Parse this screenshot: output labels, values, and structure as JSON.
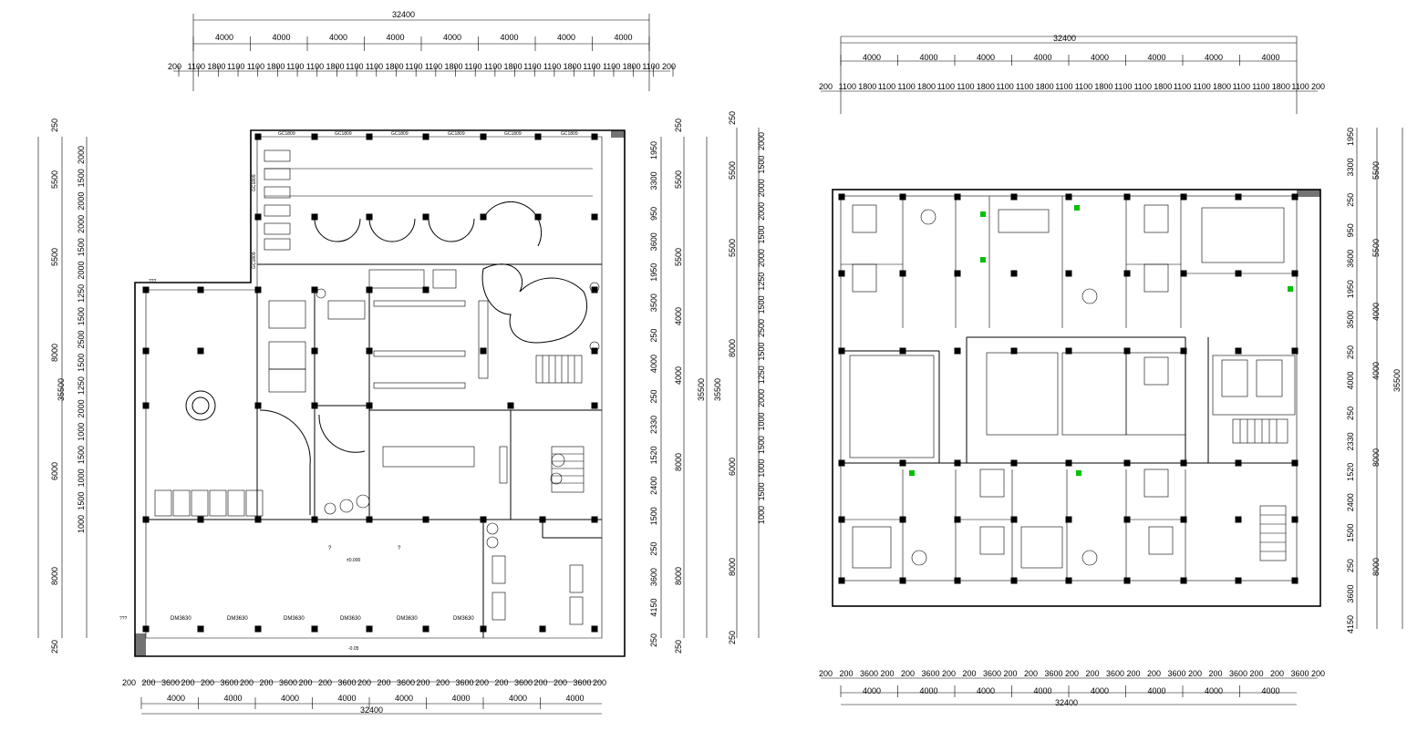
{
  "left_plan": {
    "top_total": "32400",
    "top_bays": [
      "4000",
      "4000",
      "4000",
      "4000",
      "4000",
      "4000",
      "4000",
      "4000"
    ],
    "top_sub": [
      "200",
      "1100",
      "1800",
      "1100",
      "1100",
      "1800",
      "1100",
      "1100",
      "1800",
      "1100",
      "1100",
      "1800",
      "1100",
      "1100",
      "1800",
      "1100",
      "1100",
      "1800",
      "1100",
      "1100",
      "1800",
      "1100",
      "1100",
      "1800",
      "1100",
      "200"
    ],
    "bottom_total": "32400",
    "bottom_bays": [
      "4000",
      "4000",
      "4000",
      "4000",
      "4000",
      "4000",
      "4000",
      "4000"
    ],
    "bottom_sub": [
      "200",
      "200",
      "3600",
      "200",
      "200",
      "3600",
      "200",
      "200",
      "3600",
      "200",
      "200",
      "3600",
      "200",
      "200",
      "3600",
      "200",
      "200",
      "3600",
      "200",
      "200",
      "3600",
      "200",
      "200",
      "3600",
      "200"
    ],
    "left_total": "35500",
    "left_bays": [
      "250",
      "5500",
      "5500",
      "8000",
      "6000",
      "8000",
      "250"
    ],
    "left_sub": [
      "2000",
      "1500",
      "2000",
      "2000",
      "1500",
      "2000",
      "1250",
      "1500",
      "2500",
      "1500",
      "1250",
      "2000",
      "1000",
      "1500",
      "1000",
      "1500",
      "1000"
    ],
    "right_total": "35500",
    "right_bays": [
      "250",
      "5500",
      "5500",
      "4000",
      "4000",
      "8000",
      "8000",
      "250"
    ],
    "right_sub": [
      "1950",
      "3300",
      "950",
      "3600",
      "1950",
      "3500",
      "250",
      "4000",
      "250",
      "2330",
      "1520",
      "2400",
      "1500",
      "250",
      "3600",
      "4150",
      "250"
    ],
    "window_tags": [
      "GC1809",
      "GC1809",
      "GC1809",
      "GC1809",
      "GC1809",
      "GC1809"
    ],
    "side_window_tags": [
      "GC1809",
      "GC1809"
    ],
    "door_tags": [
      "DM3630",
      "DM3630",
      "DM3630",
      "DM3630",
      "DM3630",
      "DM3630"
    ],
    "elevation_main": "±0.000",
    "elevation_low": "-0.05",
    "marks": [
      "?",
      "?",
      "???",
      "???"
    ]
  },
  "right_plan": {
    "top_total": "32400",
    "top_bays": [
      "4000",
      "4000",
      "4000",
      "4000",
      "4000",
      "4000",
      "4000",
      "4000"
    ],
    "top_sub": [
      "200",
      "1100",
      "1800",
      "1100",
      "1100",
      "1800",
      "1100",
      "1100",
      "1800",
      "1100",
      "1100",
      "1800",
      "1100",
      "1100",
      "1800",
      "1100",
      "1100",
      "1800",
      "1100",
      "1100",
      "1800",
      "1100",
      "1100",
      "1800",
      "1100",
      "200"
    ],
    "bottom_total": "32400",
    "bottom_bays": [
      "4000",
      "4000",
      "4000",
      "4000",
      "4000",
      "4000",
      "4000",
      "4000"
    ],
    "bottom_sub": [
      "200",
      "200",
      "3600",
      "200",
      "200",
      "3600",
      "200",
      "200",
      "3600",
      "200",
      "200",
      "3600",
      "200",
      "200",
      "3600",
      "200",
      "200",
      "3600",
      "200",
      "200",
      "3600",
      "200",
      "200",
      "3600",
      "200"
    ],
    "left_total": "35500",
    "left_bays": [
      "250",
      "5500",
      "5500",
      "8000",
      "6000",
      "8000",
      "250"
    ],
    "left_sub": [
      "2000",
      "1500",
      "2000",
      "2000",
      "1500",
      "2000",
      "1250",
      "1500",
      "2500",
      "1500",
      "1250",
      "2000",
      "1000",
      "1500",
      "1000",
      "1500",
      "1000"
    ],
    "right_total": "35500",
    "right_bays": [
      "5500",
      "5500",
      "4000",
      "4000",
      "8000",
      "8000"
    ],
    "right_sub": [
      "1950",
      "3300",
      "250",
      "950",
      "3600",
      "1950",
      "3500",
      "250",
      "4000",
      "250",
      "2330",
      "1520",
      "2400",
      "1500",
      "250",
      "3600",
      "4150"
    ]
  },
  "colors": {
    "line": "#000000",
    "background": "#ffffff",
    "accent": "#00c000"
  }
}
